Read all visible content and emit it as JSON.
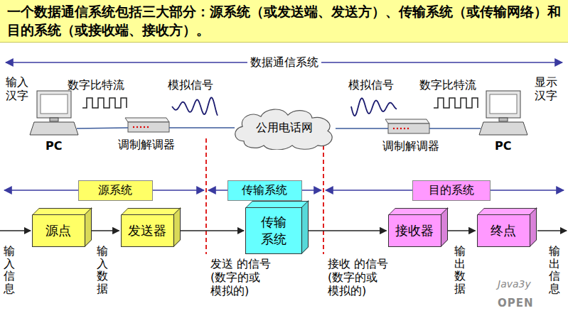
{
  "diagram": {
    "title": "一个数据通信系统包括三大部分：源系统（或发送端、发送方）、传输系统（或传输网络）和目的系统（或接收端、接收方）。",
    "nodes": [
      {
        "text": [
          "公用电话网"
        ]
      },
      {
        "text": [
          "源系统"
        ]
      },
      {
        "text": [
          "传输系统"
        ]
      },
      {
        "text": [
          "目的系统"
        ]
      },
      {
        "text": [
          "源点"
        ]
      },
      {
        "text": [
          "发送器"
        ]
      },
      {
        "text": [
          "传输系统"
        ]
      },
      {
        "text": [
          "接收器"
        ]
      },
      {
        "text": [
          "终点"
        ]
      }
    ],
    "edges": [
      {
        "from": 4,
        "to": 5,
        "arrow": "to"
      },
      {
        "from": 5,
        "to": 6,
        "arrow": "to"
      },
      {
        "from": 6,
        "to": 7,
        "arrow": "to"
      },
      {
        "from": 7,
        "to": 8,
        "arrow": "to"
      }
    ],
    "labels": [
      "数据通信系统",
      "输入 汉字",
      "数字比特流",
      "模拟信号",
      "模拟信号",
      "数字比特流",
      "显示 汉字",
      "PC",
      "调制解调器",
      "调制解调器",
      "PC",
      "输入信息",
      "输入数据",
      "发送 的信号 (数字的或 模拟的)",
      "接收 的信号 (数字的或 模拟的)",
      "输出数据",
      "输出信息",
      "Java3y",
      "OPEN"
    ]
  }
}
